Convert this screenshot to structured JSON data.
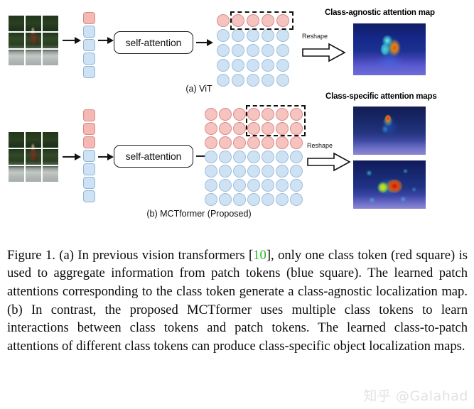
{
  "figure": {
    "panel_a": {
      "sub_caption": "(a) ViT",
      "input_label": "input-image-patches",
      "module_label": "self-attention",
      "reshape_label": "Reshape",
      "map_heading": "Class-agnostic attention map",
      "tokens": {
        "class_tokens": 1,
        "patch_tokens": 4,
        "class_color": "#f6b8b4",
        "patch_color": "#cfe2f3"
      },
      "attention_grid": {
        "rows": 5,
        "cols": 5,
        "class_rows": 1,
        "highlight": {
          "row_start": 1,
          "row_end": 1,
          "col_start": 2,
          "col_end": 5
        }
      },
      "maps": [
        {
          "name": "class-agnostic-attention-map"
        }
      ]
    },
    "panel_b": {
      "sub_caption": "(b) MCTformer (Proposed)",
      "input_label": "input-image-patches",
      "module_label": "self-attention",
      "reshape_label": "Reshape",
      "map_heading": "Class-specific attention maps",
      "tokens": {
        "class_tokens": 3,
        "patch_tokens": 4,
        "class_color": "#f6b8b4",
        "patch_color": "#cfe2f3"
      },
      "attention_grid": {
        "rows": 7,
        "cols": 7,
        "class_rows": 3,
        "highlight": {
          "row_start": 1,
          "row_end": 2,
          "col_start": 4,
          "col_end": 7
        }
      },
      "maps": [
        {
          "name": "class-specific-attention-map-person"
        },
        {
          "name": "class-specific-attention-map-horse"
        }
      ]
    }
  },
  "caption": {
    "prefix": "Figure 1. (a) In previous vision transformers [",
    "citation": "10",
    "body": "], only one class token (red square) is used to aggregate information from patch tokens (blue square).  The learned patch attentions corresponding to the class token generate a class-agnostic localization map.  (b) In contrast, the proposed MCTformer uses multiple class tokens to learn interactions between class tokens and patch tokens.  The learned class-to-patch attentions of different class tokens can produce class-specific object localization maps."
  },
  "watermark": {
    "text": "知乎 @Galahad"
  },
  "colors": {
    "class_token": "#f6b8b4",
    "patch_token": "#cfe2f3",
    "citation_green": "#23bb23",
    "stroke": "#111111"
  }
}
